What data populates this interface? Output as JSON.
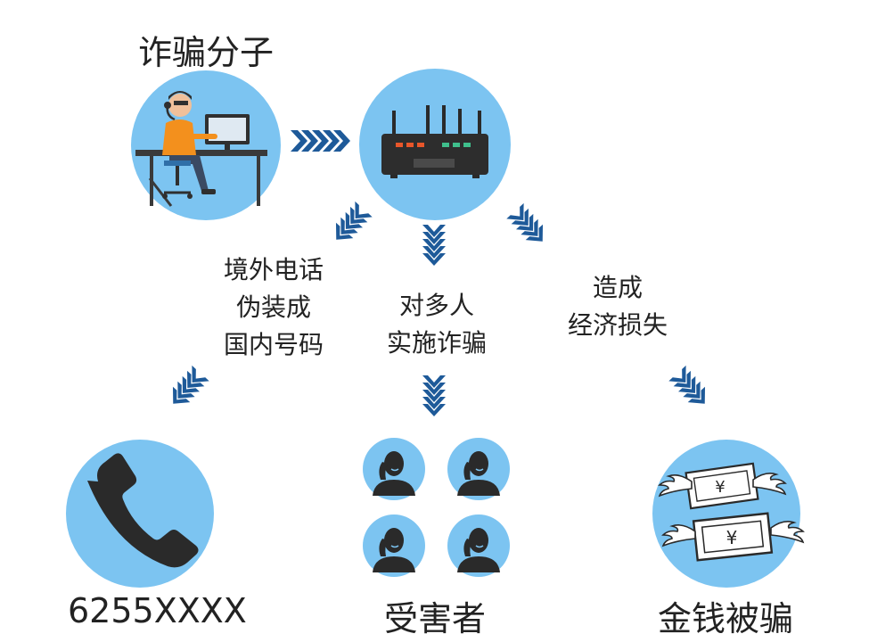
{
  "labels": {
    "scammer": "诈骗分子",
    "left_path": [
      "境外电话",
      "伪装成",
      "国内号码"
    ],
    "center_path": [
      "对多人",
      "实施诈骗"
    ],
    "right_path": [
      "造成",
      "经济损失"
    ],
    "phone_number": "6255XXXX",
    "victims": "受害者",
    "money_lost": "金钱被骗",
    "yen_symbol": "¥"
  },
  "colors": {
    "circle": "#7cc4f1",
    "arrow": "#1e5a99",
    "dark": "#2a2a2a",
    "orange": "#f3901d",
    "led_red": "#e8562a",
    "led_green": "#3fbf8c"
  },
  "icons": [
    "scammer-computer-icon",
    "router-icon",
    "phone-icon",
    "victim-icon",
    "flying-money-icon"
  ]
}
